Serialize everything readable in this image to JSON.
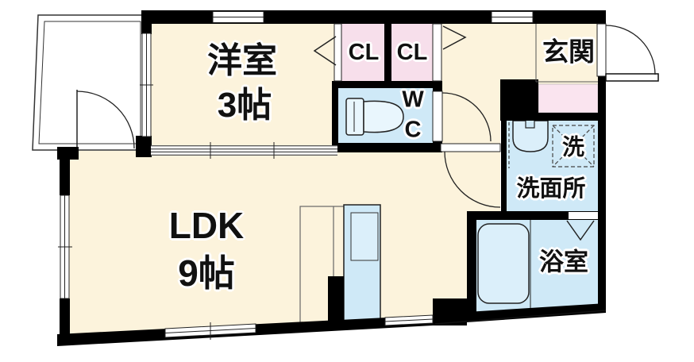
{
  "floorplan": {
    "rooms": {
      "western": {
        "label": "洋室",
        "size": "3帖"
      },
      "ldk": {
        "label": "LDK",
        "size": "9帖"
      },
      "closet_left": {
        "label": "CL"
      },
      "closet_right": {
        "label": "CL"
      },
      "toilet": {
        "label": "WC"
      },
      "entrance": {
        "label": "玄関"
      },
      "laundry": {
        "label": "洗"
      },
      "washroom": {
        "label": "洗面所"
      },
      "bathroom": {
        "label": "浴室"
      }
    },
    "colors": {
      "floor_cream": "#fcf3dc",
      "closet_pink": "#f7dfeb",
      "shoebox_pink": "#fae4ef",
      "wet_blue": "#cfe9f7",
      "fixture_blue": "#dbeffa",
      "wall_black": "#000000",
      "background": "#ffffff"
    }
  }
}
